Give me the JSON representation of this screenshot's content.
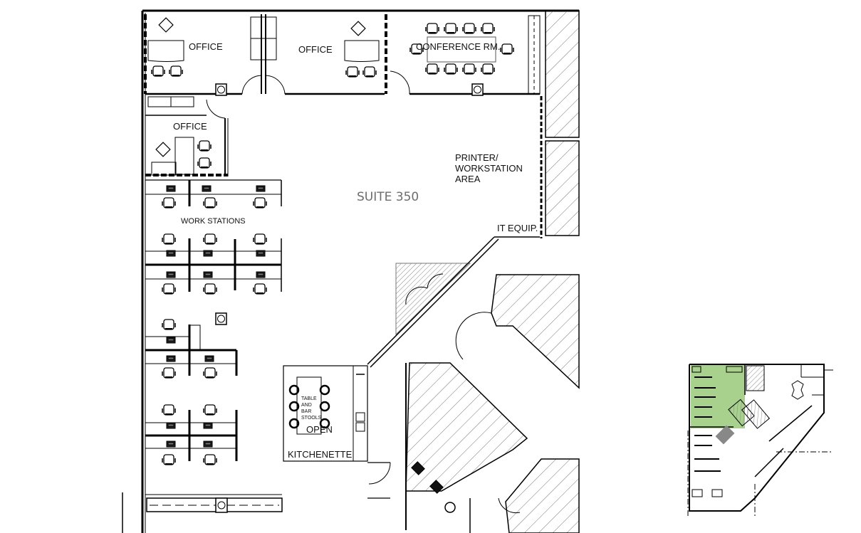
{
  "floor_plan": {
    "suite_label": "SUITE 350",
    "rooms": [
      {
        "id": "office-1",
        "label": "OFFICE"
      },
      {
        "id": "office-2",
        "label": "OFFICE"
      },
      {
        "id": "conference",
        "label": "CONFERENCE RM."
      },
      {
        "id": "office-3",
        "label": "OFFICE"
      },
      {
        "id": "printer",
        "label_lines": [
          "PRINTER/",
          "WORKSTATION",
          "AREA"
        ]
      },
      {
        "id": "it-equip",
        "label": "IT EQUIP."
      },
      {
        "id": "workstations",
        "label": "WORK STATIONS"
      },
      {
        "id": "kitchenette",
        "label": "KITCHENETTE",
        "open_label": "OPEN",
        "table_lines": [
          "TABLE",
          "AND",
          "BAR",
          "STOOLS"
        ]
      }
    ],
    "colors": {
      "walls": "#000000",
      "hatch": "#555555",
      "suite_text": "#6d6d6d",
      "keyplan_highlight": "#a9d18e"
    }
  },
  "key_plan": {
    "highlight_color": "#a9d18e"
  }
}
